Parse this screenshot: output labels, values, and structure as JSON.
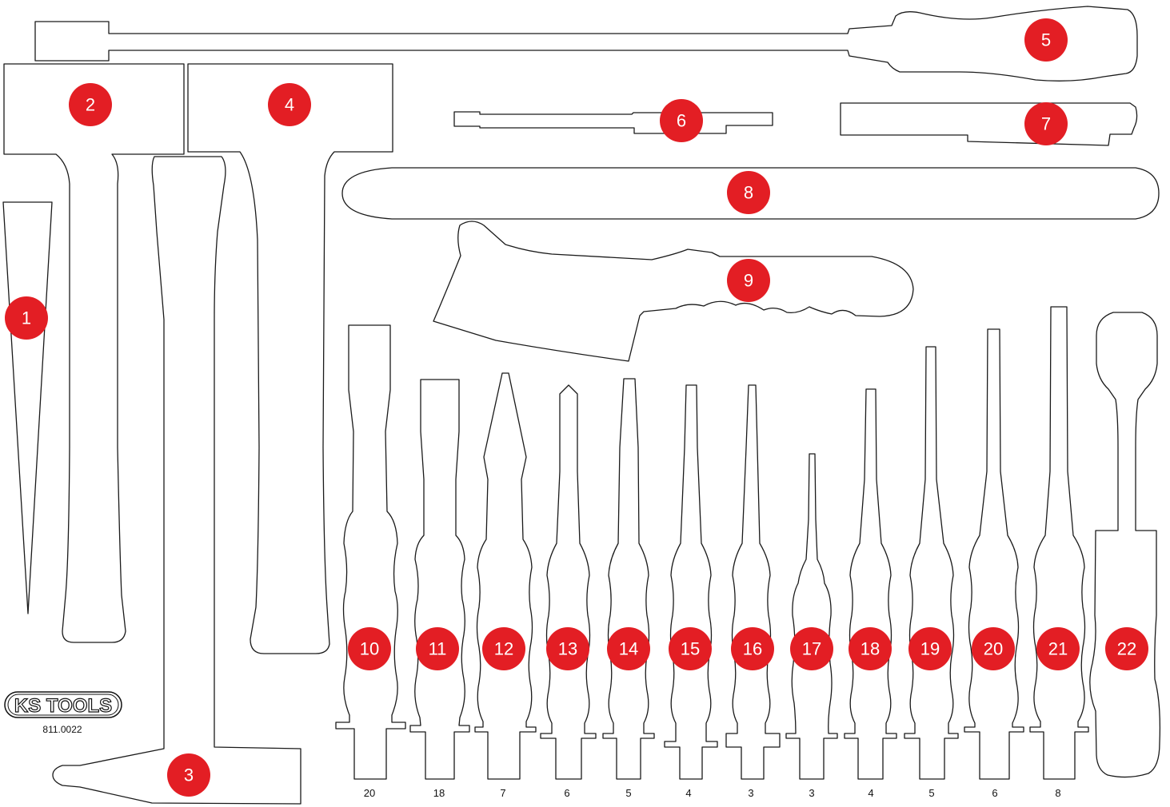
{
  "brand": {
    "logo": "KS TOOLS",
    "part_number": "811.0022"
  },
  "colors": {
    "marker": "#e31e24",
    "marker_text": "#ffffff",
    "outline": "#1a1a1a",
    "background": "#ffffff"
  },
  "markers": [
    "1",
    "2",
    "3",
    "4",
    "5",
    "6",
    "7",
    "8",
    "9",
    "10",
    "11",
    "12",
    "13",
    "14",
    "15",
    "16",
    "17",
    "18",
    "19",
    "20",
    "21",
    "22"
  ],
  "chisel_sizes": [
    "20",
    "18",
    "7",
    "6",
    "5",
    "4",
    "3",
    "3",
    "4",
    "5",
    "6",
    "8"
  ]
}
